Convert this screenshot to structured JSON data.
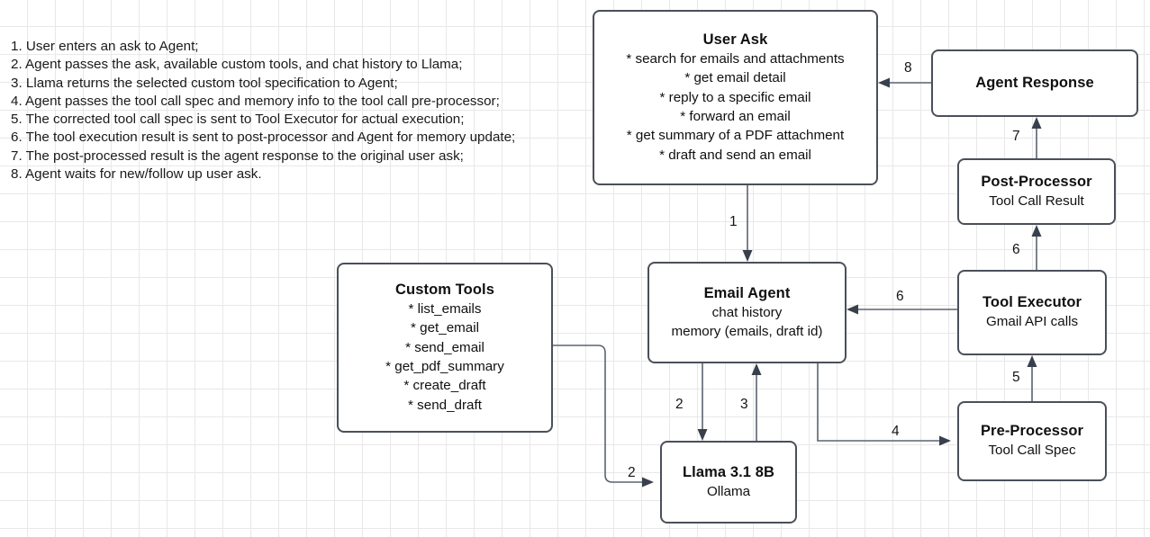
{
  "legend": {
    "steps": [
      "1. User enters an ask to Agent;",
      "2. Agent passes the ask, available custom tools, and chat history to Llama;",
      "3. Llama returns the selected custom tool specification to Agent;",
      "4. Agent passes the tool call spec and memory info to the tool call pre-processor;",
      "5. The corrected tool call spec is sent to Tool Executor for actual execution;",
      "6. The tool execution result is sent to post-processor and Agent for memory update;",
      "7. The post-processed result is the agent response to the original user ask;",
      "8. Agent waits for new/follow up user ask."
    ]
  },
  "nodes": {
    "user_ask": {
      "title": "User Ask",
      "lines": [
        "* search for emails and attachments",
        "* get email detail",
        "* reply to a specific email",
        "* forward an email",
        "* get summary of a PDF attachment",
        "* draft and send an email"
      ]
    },
    "agent_response": {
      "title": "Agent Response",
      "lines": []
    },
    "post_processor": {
      "title": "Post-Processor",
      "lines": [
        "Tool Call Result"
      ]
    },
    "custom_tools": {
      "title": "Custom Tools",
      "lines": [
        "* list_emails",
        "* get_email",
        "* send_email",
        "* get_pdf_summary",
        "* create_draft",
        "* send_draft"
      ]
    },
    "email_agent": {
      "title": "Email Agent",
      "lines": [
        "chat history",
        "memory (emails, draft id)"
      ]
    },
    "tool_executor": {
      "title": "Tool Executor",
      "lines": [
        "Gmail API calls"
      ]
    },
    "pre_processor": {
      "title": "Pre-Processor",
      "lines": [
        "Tool Call Spec"
      ]
    },
    "llama": {
      "title": "Llama 3.1 8B",
      "lines": [
        "Ollama"
      ]
    }
  },
  "edges": {
    "user_ask_to_email_agent": "1",
    "email_agent_to_llama": "2",
    "custom_tools_to_llama": "2",
    "llama_to_email_agent": "3",
    "email_agent_to_pre_processor": "4",
    "pre_processor_to_tool_executor": "5",
    "tool_executor_to_email_agent": "6",
    "tool_executor_to_post_processor": "6",
    "post_processor_to_agent_response": "7",
    "agent_response_to_user_ask": "8"
  },
  "colors": {
    "node_border": "#4a4f5a",
    "wire": "#5c6370",
    "text": "#101010",
    "grid_minor": "#e8e8e8",
    "grid_major": "#d4d4d4",
    "background": "#ffffff"
  }
}
